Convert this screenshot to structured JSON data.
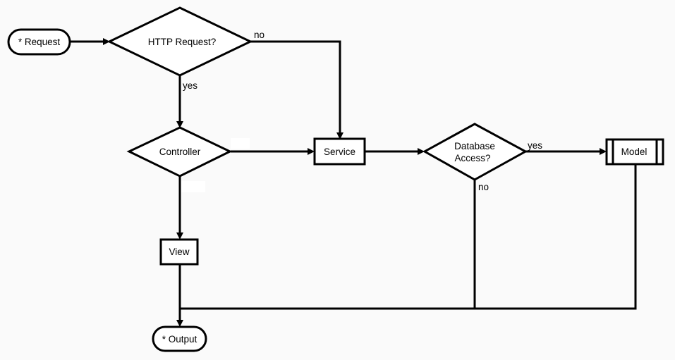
{
  "diagram": {
    "nodes": {
      "request": {
        "label": "* Request",
        "shape": "terminal"
      },
      "http_request": {
        "label": "HTTP Request?",
        "shape": "decision"
      },
      "controller": {
        "label": "Controller",
        "shape": "decision"
      },
      "service": {
        "label": "Service",
        "shape": "process"
      },
      "database_access": {
        "label_line1": "Database",
        "label_line2": "Access?",
        "shape": "decision"
      },
      "model": {
        "label": "Model",
        "shape": "predefined-process"
      },
      "view": {
        "label": "View",
        "shape": "process"
      },
      "output": {
        "label": "* Output",
        "shape": "terminal"
      }
    },
    "edges": {
      "http_no": "no",
      "http_yes": "yes",
      "db_yes": "yes",
      "db_no": "no"
    },
    "colors": {
      "stroke": "#000000",
      "fill": "#ffffff",
      "background": "#fafafa"
    }
  }
}
